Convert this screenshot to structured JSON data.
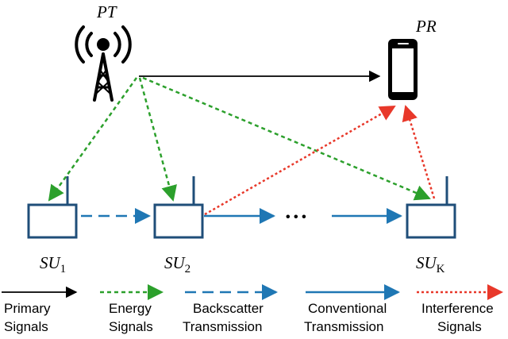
{
  "nodes": {
    "pt": {
      "label": "PT",
      "icon": "transmitter-tower-icon"
    },
    "pr": {
      "label": "PR",
      "icon": "smartphone-icon"
    },
    "su1": {
      "base": "SU",
      "sub": "1",
      "icon": "secondary-user-device-icon"
    },
    "su2": {
      "base": "SU",
      "sub": "2",
      "icon": "secondary-user-device-icon"
    },
    "suk": {
      "base": "SU",
      "sub": "K",
      "icon": "secondary-user-device-icon"
    }
  },
  "ellipsis": "• • •",
  "colors": {
    "primary": "#000000",
    "energy": "#2ca02c",
    "backscatter": "#1f77b4",
    "conventional": "#1f77b4",
    "interference": "#e8382a",
    "device": "#1f4e79"
  },
  "legend": [
    {
      "key": "primary",
      "line1": "Primary",
      "line2": "Signals"
    },
    {
      "key": "energy",
      "line1": "Energy",
      "line2": "Signals"
    },
    {
      "key": "backscatter",
      "line1": "Backscatter",
      "line2": "Transmission"
    },
    {
      "key": "conventional",
      "line1": "Conventional",
      "line2": "Transmission"
    },
    {
      "key": "interference",
      "line1": "Interference",
      "line2": "Signals"
    }
  ]
}
